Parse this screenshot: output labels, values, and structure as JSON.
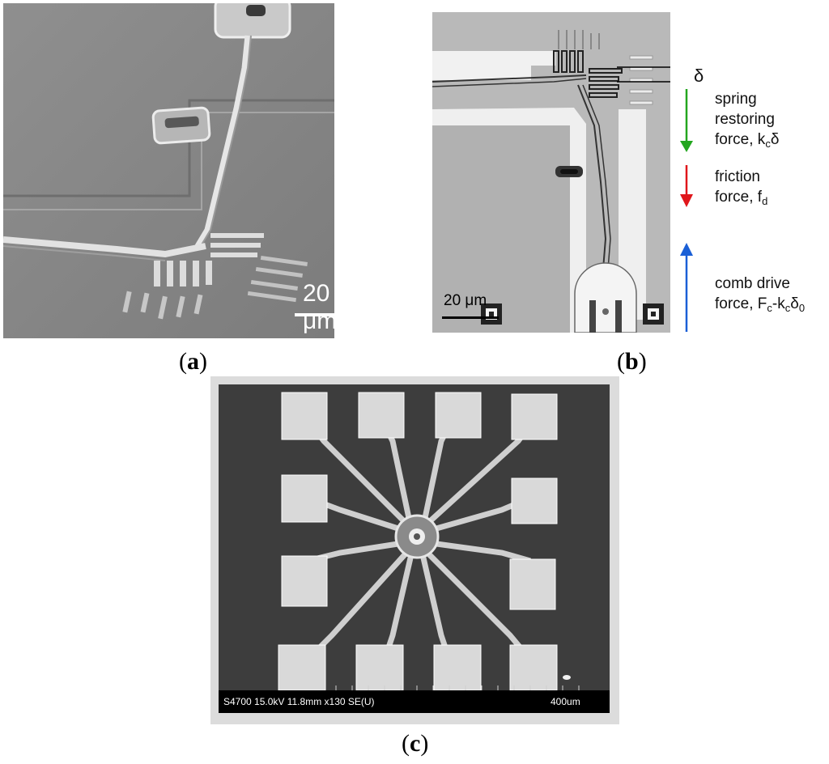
{
  "panel_a": {
    "caption_open": "(",
    "caption_letter": "a",
    "caption_close": ")",
    "scale_label": "20 μm"
  },
  "panel_b": {
    "caption_open": "(",
    "caption_letter": "b",
    "caption_close": ")",
    "scale_label": "20 μm",
    "delta_symbol": "δ",
    "spring": {
      "line1": "spring",
      "line2": "restoring",
      "line3_pre": "force, k",
      "line3_sub": "c",
      "line3_post": "δ"
    },
    "friction": {
      "line1": "friction",
      "line2_pre": "force, f",
      "line2_sub": "d"
    },
    "comb": {
      "line1": "comb drive",
      "pre": "force, F",
      "sub1": "c",
      "mid": "-k",
      "sub2": "c",
      "mid2": "δ",
      "sub3": "0"
    },
    "arrow_colors": {
      "spring": "#23a61f",
      "friction": "#e0161b",
      "comb": "#1a5fd6"
    }
  },
  "panel_c": {
    "caption_open": "(",
    "caption_letter": "c",
    "caption_close": ")",
    "info_left": "S4700 15.0kV 11.8mm x130 SE(U)",
    "info_right": "400um"
  }
}
